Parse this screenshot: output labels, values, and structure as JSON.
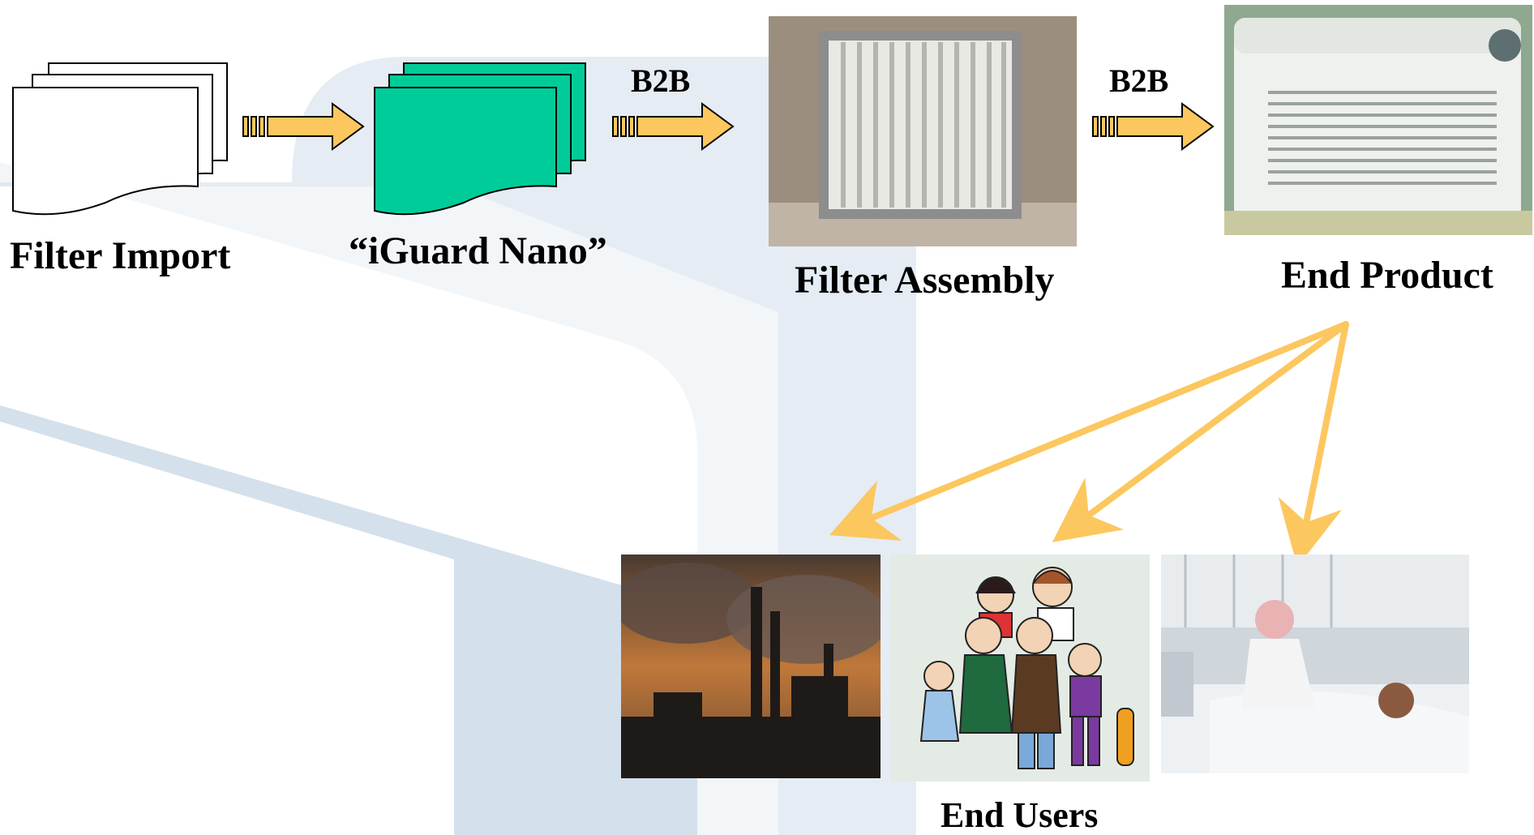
{
  "stages": {
    "filter_import": "Filter Import",
    "iguard_nano": "“iGuard Nano”",
    "filter_assembly": "Filter Assembly",
    "end_product": "End Product"
  },
  "edges": {
    "b2b_1": "B2B",
    "b2b_2": "B2B"
  },
  "end_users_label": "End Users",
  "colors": {
    "arrow": "#fcc75f",
    "doc_green": "#00cc99",
    "background_shape": "#cfdde9"
  }
}
